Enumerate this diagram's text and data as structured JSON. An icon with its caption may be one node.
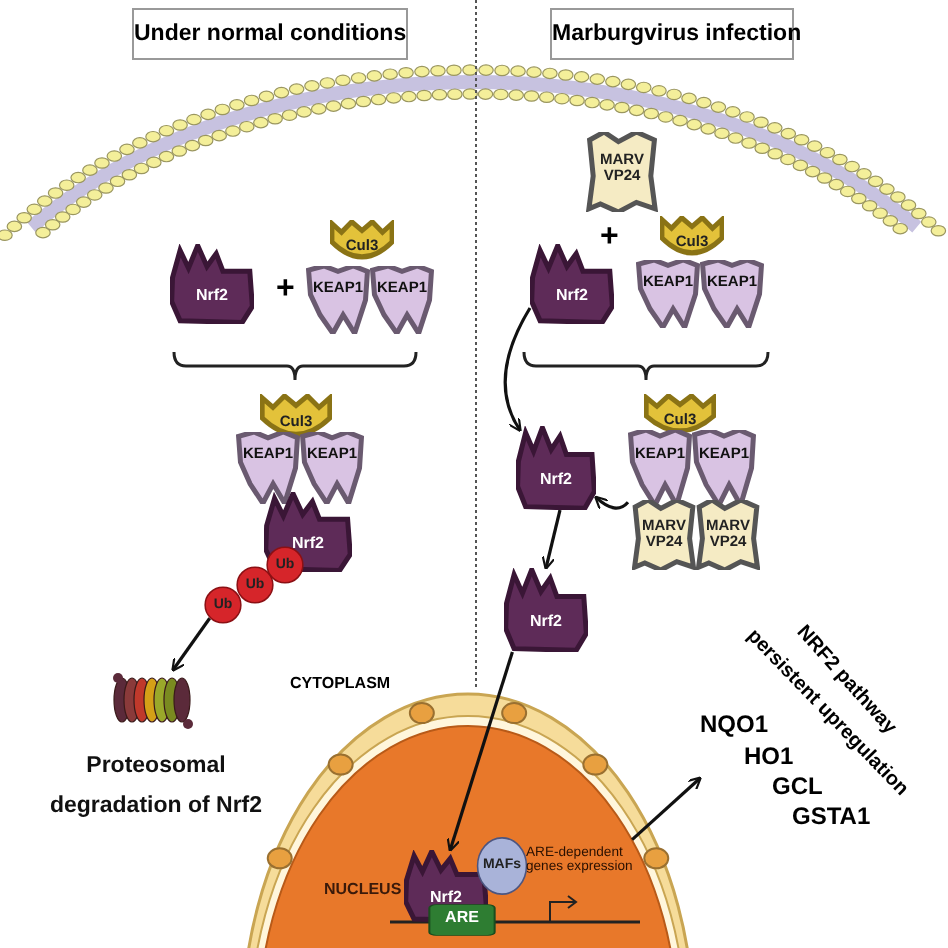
{
  "diagram": {
    "nodes": [
      {
        "text": [
          "Under normal conditions"
        ]
      },
      {
        "text": [
          "Marburgvirus infection"
        ]
      },
      {
        "text": [
          "Nrf2"
        ]
      },
      {
        "text": [
          "Cul3"
        ]
      },
      {
        "text": [
          "KEAP1"
        ]
      },
      {
        "text": [
          "KEAP1"
        ]
      },
      {
        "text": [
          "Cul3"
        ]
      },
      {
        "text": [
          "KEAP1"
        ]
      },
      {
        "text": [
          "KEAP1"
        ]
      },
      {
        "text": [
          "Nrf2"
        ]
      },
      {
        "text": [
          "Ub"
        ]
      },
      {
        "text": [
          "Ub"
        ]
      },
      {
        "text": [
          "Ub"
        ]
      },
      {
        "text": [],
        "shape": "picture",
        "beside": [
          "Proteosomal degradation of Nrf2"
        ]
      },
      {
        "text": [
          "MARV VP24"
        ]
      },
      {
        "text": [
          "Nrf2"
        ]
      },
      {
        "text": [
          "Cul3"
        ]
      },
      {
        "text": [
          "KEAP1"
        ]
      },
      {
        "text": [
          "KEAP1"
        ]
      },
      {
        "text": [
          "Cul3"
        ]
      },
      {
        "text": [
          "KEAP1"
        ]
      },
      {
        "text": [
          "KEAP1"
        ]
      },
      {
        "text": [
          "MARV VP24"
        ]
      },
      {
        "text": [
          "MARV VP24"
        ]
      },
      {
        "text": [
          "Nrf2"
        ]
      },
      {
        "text": [
          "Nrf2"
        ]
      },
      {
        "text": [
          "NUCLEUS"
        ]
      },
      {
        "text": [
          "Nrf2"
        ],
        "in": 26
      },
      {
        "text": [
          "MAFs"
        ],
        "in": 26
      },
      {
        "text": [
          "ARE"
        ],
        "in": 26
      },
      {
        "text": [
          "NQO1",
          "HO1",
          "GCL",
          "GSTA1"
        ]
      }
    ],
    "edges": [
      {
        "from": 10,
        "to": 13,
        "arrow": "to"
      },
      {
        "from": 15,
        "to": 24,
        "arrow": "to"
      },
      {
        "from": 20,
        "to": 24,
        "arrow": "to"
      },
      {
        "from": 24,
        "to": 25,
        "arrow": "to"
      },
      {
        "from": 25,
        "to": 27,
        "arrow": "to"
      },
      {
        "from": 26,
        "to": 30,
        "arrow": "to"
      }
    ],
    "labels": [
      "+",
      "+",
      "CYTOPLASM",
      "ARE-dependent genes expression",
      "NRF2 pathway",
      "persistent upregulation"
    ]
  }
}
